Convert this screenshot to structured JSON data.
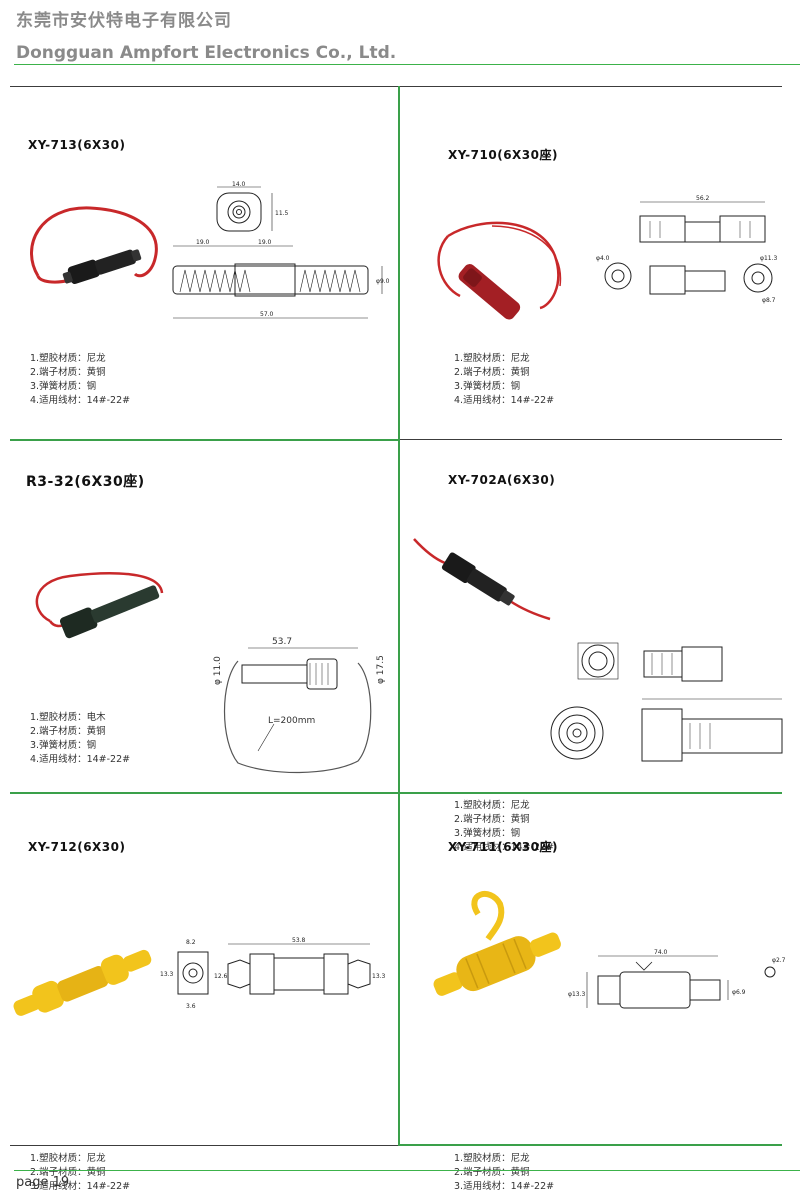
{
  "header": {
    "company_cn": "东莞市安伏特电子有限公司",
    "company_en": "Dongguan Ampfort Electronics Co., Ltd."
  },
  "products": [
    {
      "model": "XY-713(6X30)",
      "specs": [
        "1.塑胶材质：尼龙",
        "2.端子材质：黄铜",
        "3.弹簧材质：钢",
        "4.适用线材：14#-22#"
      ],
      "dims": [
        "14.0",
        "11.5",
        "19.0",
        "19.0",
        "φ9.0",
        "57.0"
      ]
    },
    {
      "model": "XY-710(6X30座)",
      "specs": [
        "1.塑胶材质：尼龙",
        "2.端子材质：黄铜",
        "3.弹簧材质：钢",
        "4.适用线材：14#-22#"
      ],
      "dims": [
        "56.2",
        "φ4.0",
        "φ11.3",
        "φ8.7"
      ]
    },
    {
      "model": "R3-32(6X30座)",
      "specs": [
        "1.塑胶材质：电木",
        "2.端子材质：黄铜",
        "3.弹簧材质：钢",
        "4.适用线材：14#-22#"
      ],
      "dims": [
        "53.7",
        "φ 11.0",
        "φ 17.5",
        "L=200mm"
      ]
    },
    {
      "model": "XY-702A(6X30)",
      "specs": [
        "1.塑胶材质：尼龙",
        "2.端子材质：黄铜",
        "3.弹簧材质：钢",
        "4.适用线材：14#-22#"
      ],
      "dims": []
    },
    {
      "model": "XY-712(6X30)",
      "specs": [
        "1.塑胶材质：尼龙",
        "2.端子材质：黄铜",
        "3.适用线材：14#-22#"
      ],
      "dims": [
        "8.2",
        "13.3",
        "3.6",
        "12.6",
        "53.8",
        "13.3"
      ]
    },
    {
      "model": "XY-711(6X30座)",
      "specs": [
        "1.塑胶材质：尼龙",
        "2.端子材质：黄铜",
        "3.适用线材：14#-22#"
      ],
      "dims": [
        "74.0",
        "φ2.7",
        "φ13.3",
        "φ6.9"
      ]
    }
  ],
  "footer": {
    "page": "page 19"
  },
  "colors": {
    "accent_green": "#3aa04a",
    "wire_red": "#c8282a",
    "fuse_black": "#1a1a1a",
    "fuse_yellow": "#f2c41c",
    "fuse_red": "#a31f24",
    "fuse_darkgreen": "#1e2a22"
  }
}
